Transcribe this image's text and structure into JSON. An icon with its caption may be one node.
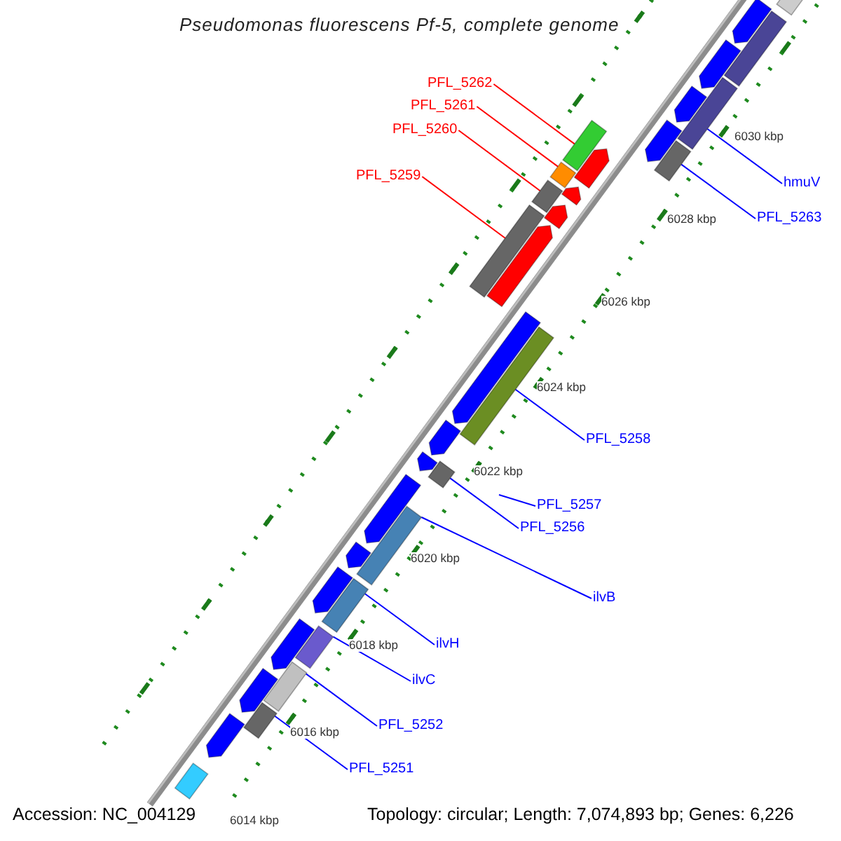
{
  "diagram": {
    "title": "Pseudomonas fluorescens Pf-5, complete genome",
    "nodes": [
      {
        "text": [
          "PFL_5262"
        ]
      },
      {
        "text": [
          "PFL_5261"
        ]
      },
      {
        "text": [
          "PFL_5260"
        ]
      },
      {
        "text": [
          "PFL_5259"
        ]
      },
      {
        "text": [
          "hmuV"
        ]
      },
      {
        "text": [
          "PFL_5263"
        ]
      },
      {
        "text": [
          "PFL_5258"
        ]
      },
      {
        "text": [
          "PFL_5257"
        ]
      },
      {
        "text": [
          "PFL_5256"
        ]
      },
      {
        "text": [
          "ilvB"
        ]
      },
      {
        "text": [
          "ilvH"
        ]
      },
      {
        "text": [
          "ilvC"
        ]
      },
      {
        "text": [
          "PFL_5252"
        ]
      },
      {
        "text": [
          "PFL_5251"
        ]
      },
      {
        "text": [],
        "shape": "bar"
      },
      {
        "text": [],
        "shape": "bar"
      },
      {
        "text": [],
        "shape": "bar"
      },
      {
        "text": [],
        "shape": "bar"
      },
      {
        "text": [],
        "shape": "bar"
      },
      {
        "text": [],
        "shape": "bar"
      },
      {
        "text": [],
        "shape": "bar"
      },
      {
        "text": [],
        "shape": "bar"
      },
      {
        "text": [],
        "shape": "bar"
      },
      {
        "text": [],
        "shape": "bar"
      },
      {
        "text": [],
        "shape": "bar"
      },
      {
        "text": [],
        "shape": "bar"
      },
      {
        "text": [],
        "shape": "bar"
      },
      {
        "text": [],
        "shape": "bar"
      },
      {
        "text": [],
        "shape": "pentagon"
      },
      {
        "text": [],
        "shape": "bar"
      },
      {
        "text": [],
        "shape": "pentagon"
      },
      {
        "text": [],
        "shape": "pentagon"
      },
      {
        "text": [],
        "shape": "pentagon"
      },
      {
        "text": [],
        "shape": "pentagon"
      },
      {
        "text": [],
        "shape": "pentagon"
      },
      {
        "text": [],
        "shape": "pentagon"
      },
      {
        "text": [],
        "shape": "pentagon"
      },
      {
        "text": [],
        "shape": "pentagon"
      },
      {
        "text": [],
        "shape": "pentagon"
      },
      {
        "text": [],
        "shape": "pentagon"
      },
      {
        "text": [],
        "shape": "pentagon"
      },
      {
        "text": [],
        "shape": "pentagon"
      },
      {
        "text": [],
        "shape": "pentagon"
      },
      {
        "text": [],
        "shape": "pentagon"
      },
      {
        "text": [],
        "shape": "pentagon"
      },
      {
        "text": [],
        "shape": "pentagon"
      },
      {
        "text": [],
        "shape": "bar"
      }
    ],
    "edges": [
      {
        "from": 0,
        "to": 15,
        "arrow": "none",
        "color": "#ff0000"
      },
      {
        "from": 1,
        "to": 17,
        "arrow": "none",
        "color": "#ff0000"
      },
      {
        "from": 2,
        "to": 18,
        "arrow": "none",
        "color": "#ff0000"
      },
      {
        "from": 3,
        "to": 19,
        "arrow": "none",
        "color": "#ff0000"
      },
      {
        "from": 4,
        "to": 14,
        "arrow": "none"
      },
      {
        "from": 5,
        "to": 16,
        "arrow": "none"
      },
      {
        "from": 6,
        "to": 20,
        "arrow": "none"
      },
      {
        "from": 7,
        "to": null,
        "arrow": "none"
      },
      {
        "from": 8,
        "to": 21,
        "arrow": "none"
      },
      {
        "from": 9,
        "to": 22,
        "arrow": "none"
      },
      {
        "from": 10,
        "to": 23,
        "arrow": "none"
      },
      {
        "from": 11,
        "to": 24,
        "arrow": "none"
      },
      {
        "from": 12,
        "to": 25,
        "arrow": "none"
      },
      {
        "from": 13,
        "to": 26,
        "arrow": "none"
      }
    ],
    "labels": [
      "6030 kbp",
      "6028 kbp",
      "6026 kbp",
      "6024 kbp",
      "6022 kbp",
      "6020 kbp",
      "6018 kbp",
      "6016 kbp",
      "6014 kbp",
      "Accession: NC_004129",
      "Topology: circular; Length: 7,074,893 bp; Genes: 6,226"
    ]
  }
}
